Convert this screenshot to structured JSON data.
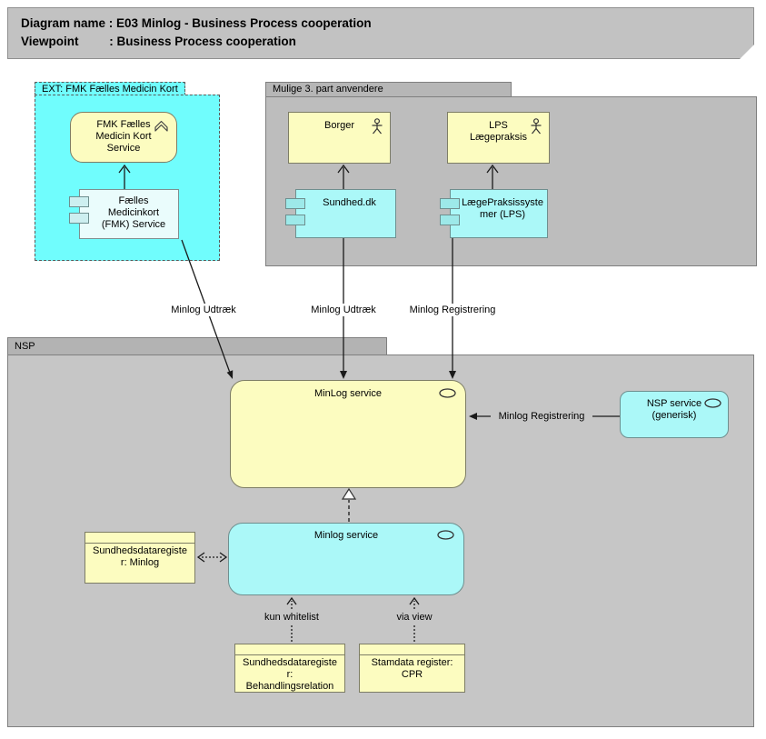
{
  "title_note": {
    "line1": "Diagram name : E03 Minlog - Business Process cooperation",
    "line2": "Viewpoint         : Business Process cooperation"
  },
  "groups": {
    "ext_fmk": {
      "label": "EXT: FMK Fælles Medicin Kort"
    },
    "mulige": {
      "label": "Mulige 3. part anvendere"
    },
    "nsp": {
      "label": "NSP"
    }
  },
  "nodes": {
    "fmk_service": {
      "label": "FMK Fælles\nMedicin Kort\nService",
      "icon": "business-chevron-icon"
    },
    "fmk_component": {
      "label": "Fælles\nMedicinkort\n(FMK) Service",
      "icon": "component-icon"
    },
    "borger": {
      "label": "Borger",
      "icon": "actor-icon"
    },
    "lps": {
      "label": "LPS\nLægepraksis",
      "icon": "actor-icon"
    },
    "sundhed_dk": {
      "label": "Sundhed.dk",
      "icon": "component-icon"
    },
    "laegepraksissystemer": {
      "label": "LægePraksissyste\nmer (LPS)",
      "icon": "component-icon"
    },
    "minlog_service_main": {
      "label": "MinLog service",
      "icon": "service-oval-icon"
    },
    "nsp_service_generisk": {
      "label": "NSP service\n(generisk)",
      "icon": "service-oval-icon"
    },
    "minlog_service_impl": {
      "label": "Minlog service",
      "icon": "service-oval-icon"
    },
    "register_minlog": {
      "label": "Sundhedsdataregiste\nr: Minlog"
    },
    "register_behandling": {
      "label": "Sundhedsdataregiste\nr:\nBehandlingsrelation"
    },
    "register_cpr": {
      "label": "Stamdata register:\nCPR"
    }
  },
  "connectors": {
    "fmk_udtraek": {
      "label": "Minlog Udtræk"
    },
    "sundhed_udtraek": {
      "label": "Minlog Udtræk"
    },
    "lps_registrering": {
      "label": "Minlog Registrering"
    },
    "nsp_registrering": {
      "label": "Minlog Registrering"
    },
    "kun_whitelist": {
      "label": "kun whitelist"
    },
    "via_view": {
      "label": "via view"
    }
  },
  "colors": {
    "ext_group_cyan": "#70fdfd",
    "component_cyan": "#abf8f8",
    "node_yellow": "#fcfcc0",
    "group_gray_tab": "#b3b3b3",
    "group_gray_body": "#c6c6c6",
    "title_gray": "#c2c2c2",
    "line_black": "#1a1a1a"
  }
}
